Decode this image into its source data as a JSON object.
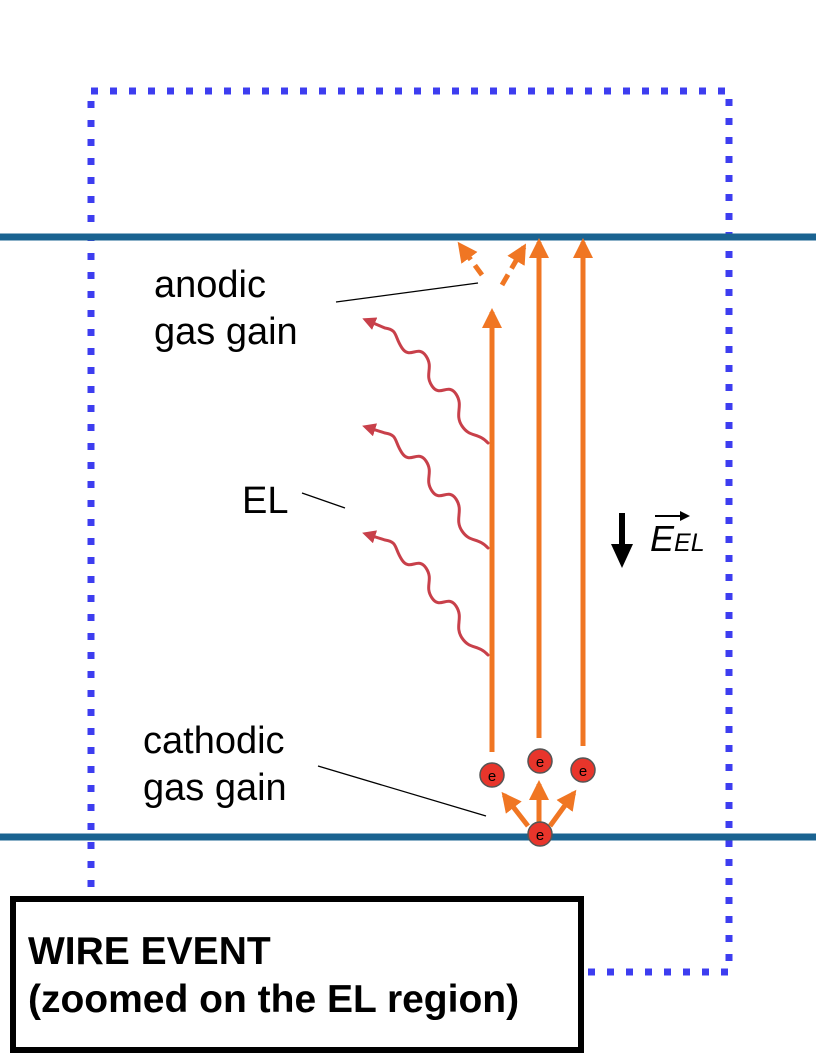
{
  "labels": {
    "anodic_line1": "anodic",
    "anodic_line2": "gas gain",
    "el": "EL",
    "cathodic_line1": "cathodic",
    "cathodic_line2": "gas gain",
    "field_symbol": "E",
    "field_subscript": "EL",
    "electron": "e"
  },
  "title_box": {
    "line1": "WIRE EVENT",
    "line2": "(zoomed on the EL region)"
  },
  "colors": {
    "plate": "#1a6391",
    "dotted_frame": "#3d3df0",
    "electron_track": "#f07623",
    "electron_fill": "#e8352b",
    "photon": "#c8404a"
  }
}
